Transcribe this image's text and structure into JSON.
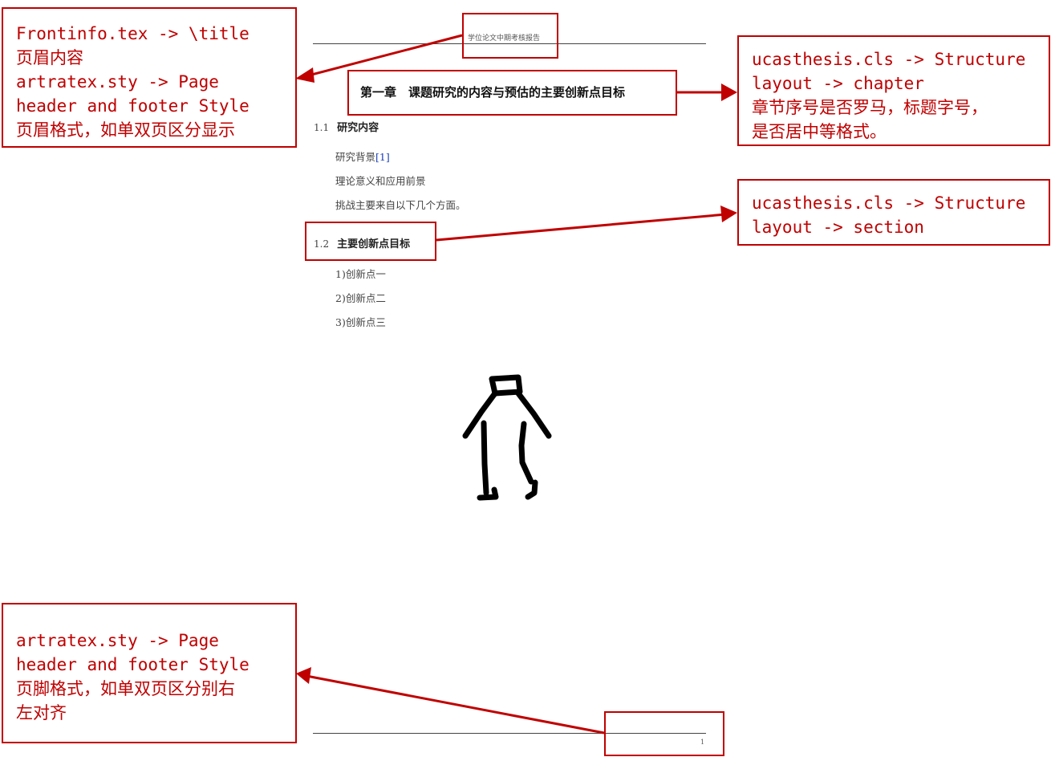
{
  "annotations": {
    "header": "Frontinfo.tex -> \\title\n页眉内容\nartratex.sty -> Page\nheader and footer Style\n页眉格式，如单双页区分显示",
    "chapter": "ucasthesis.cls -> Structure\nlayout -> chapter\n章节序号是否罗马，标题字号，\n是否居中等格式。",
    "section": "ucasthesis.cls -> Structure\nlayout -> section",
    "footer": "artratex.sty -> Page\nheader and footer Style\n页脚格式，如单双页区分别右\n左对齐"
  },
  "document": {
    "header_text": "学位论文中期考核报告",
    "chapter_title": "第一章　课题研究的内容与预估的主要创新点目标",
    "sections": [
      {
        "number": "1.1",
        "title": "研究内容",
        "paragraphs": [
          {
            "text": "研究背景",
            "cite": "[1]"
          },
          {
            "text": "理论意义和应用前景"
          },
          {
            "text": "挑战主要来自以下几个方面。"
          }
        ]
      },
      {
        "number": "1.2",
        "title": "主要创新点目标",
        "paragraphs": [
          {
            "text": "1)创新点一"
          },
          {
            "text": "2)创新点二"
          },
          {
            "text": "3)创新点三"
          }
        ]
      }
    ],
    "page_number": "1"
  },
  "colors": {
    "annotation": "#c00000",
    "citation": "#1a3fb8",
    "text": "#333333"
  }
}
